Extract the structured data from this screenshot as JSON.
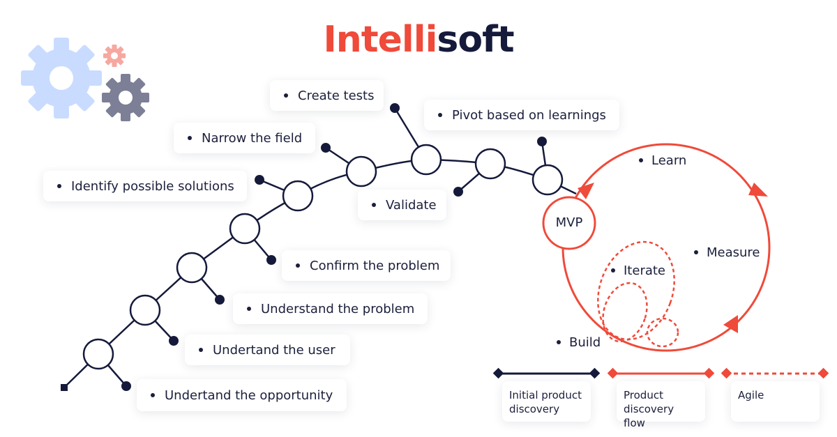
{
  "brand": {
    "logo_part1": "Intelli",
    "logo_part2": "soft"
  },
  "colors": {
    "navy": "#151a3b",
    "red": "#ef4a3a",
    "gear_blue": "#c9dcff",
    "gear_gray": "#7c7f96",
    "gear_pink": "#f6a8a0"
  },
  "icons": [
    "gear-large-icon",
    "gear-small-icon",
    "gear-tiny-icon"
  ],
  "steps": [
    "Undertand the opportunity",
    "Undertand the user",
    "Understand the problem",
    "Confirm the problem",
    "Identify possible solutions",
    "Narrow the field",
    "Validate",
    "Create tests",
    "Pivot based on learnings"
  ],
  "mvp": {
    "label": "MVP"
  },
  "loop": {
    "learn": "Learn",
    "measure": "Measure",
    "build": "Build",
    "iterate": "Iterate"
  },
  "legend": [
    {
      "label": "Initial product discovery",
      "line1": "Initial product",
      "line2": "discovery",
      "style": "solid-navy"
    },
    {
      "label": "Product discovery flow",
      "line1": "Product",
      "line2": "discovery flow",
      "style": "solid-red"
    },
    {
      "label": "Agile",
      "line1": "Agile",
      "line2": "",
      "style": "dashed-red"
    }
  ]
}
